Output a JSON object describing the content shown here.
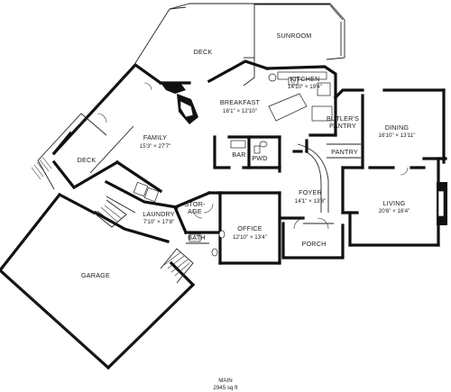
{
  "floor": {
    "name": "MAIN",
    "area": "2945 sq ft"
  },
  "rooms": {
    "deck_top": {
      "name": "DECK"
    },
    "sunroom": {
      "name": "SUNROOM"
    },
    "kitchen": {
      "name": "KITCHEN",
      "dims": "14'10\" × 19'4\""
    },
    "breakfast": {
      "name": "BREAKFAST",
      "dims": "16'1\" × 12'10\""
    },
    "family": {
      "name": "FAMILY",
      "dims": "15'3\" × 27'7\""
    },
    "butlers": {
      "name_line1": "BUTLER'S",
      "name_line2": "PANTRY"
    },
    "dining": {
      "name": "DINING",
      "dims": "16'10\" × 13'11\""
    },
    "pantry": {
      "name": "PANTRY"
    },
    "bar": {
      "name": "BAR"
    },
    "pwd": {
      "name": "PWD"
    },
    "deck_left": {
      "name": "DECK"
    },
    "foyer": {
      "name": "FOYER",
      "dims": "14'1\" × 13'8\""
    },
    "living": {
      "name": "LIVING",
      "dims": "20'6\" × 16'4\""
    },
    "storage": {
      "name_line1": "STOR-",
      "name_line2": "AGE"
    },
    "laundry": {
      "name": "LAUNDRY",
      "dims": "7'10\" × 17'8\""
    },
    "office": {
      "name": "OFFICE",
      "dims": "12'10\" × 13'4\""
    },
    "porch": {
      "name": "PORCH"
    },
    "bath": {
      "name": "BATH"
    },
    "garage": {
      "name": "GARAGE"
    }
  }
}
